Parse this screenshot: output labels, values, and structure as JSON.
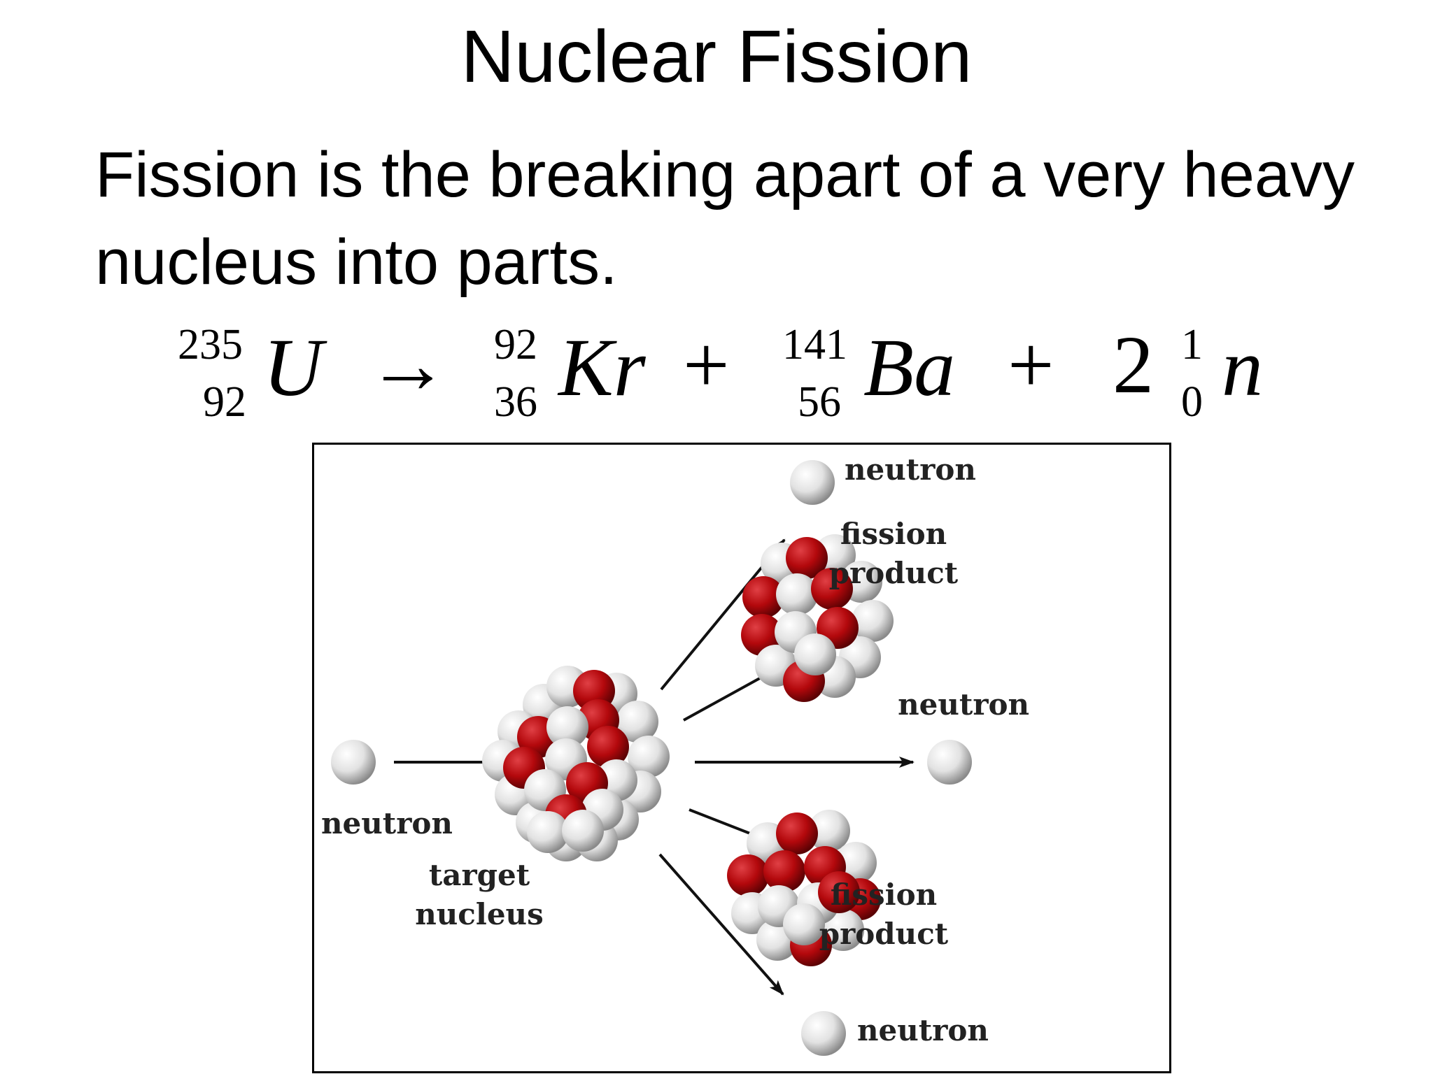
{
  "title": "Nuclear Fission",
  "body_text": "Fission is the breaking apart of a very heavy nucleus into parts.",
  "equation": {
    "reactant": {
      "mass": "235",
      "atomic": "92",
      "symbol": "U"
    },
    "arrow": "→",
    "products": [
      {
        "mass": "92",
        "atomic": "36",
        "symbol": "Kr"
      },
      {
        "mass": "141",
        "atomic": "56",
        "symbol": "Ba"
      }
    ],
    "plus": "+",
    "neutron": {
      "coefficient": "2",
      "mass": "1",
      "atomic": "0",
      "symbol": "n"
    }
  },
  "diagram": {
    "labels": {
      "incoming_neutron": "neutron",
      "target_nucleus_1": "target",
      "target_nucleus_2": "nucleus",
      "neutron_top": "neutron",
      "fission_product_top_1": "fission",
      "fission_product_top_2": "product",
      "neutron_middle": "neutron",
      "fission_product_bottom_1": "fission",
      "fission_product_bottom_2": "product",
      "neutron_bottom": "neutron"
    },
    "colors": {
      "proton": "#b3080c",
      "neutron": "#e6e6e6",
      "arrow": "#111111"
    }
  }
}
